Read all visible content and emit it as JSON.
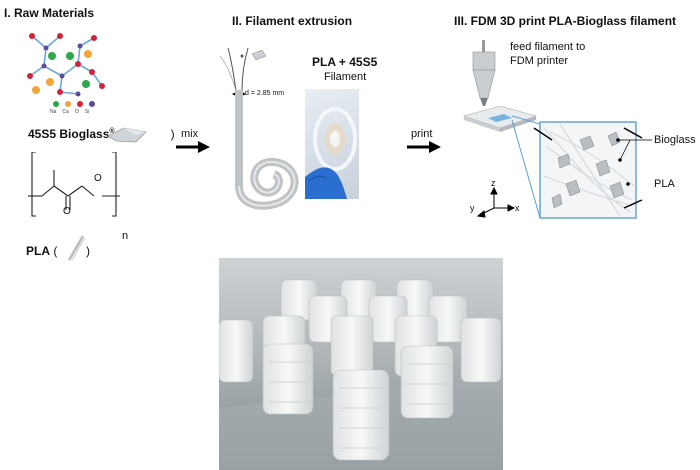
{
  "sections": {
    "raw_materials": {
      "heading": "I. Raw Materials",
      "atom_legend": [
        "Na",
        "Ca",
        "O",
        "Si"
      ],
      "bioglass_label": "45S5 Bioglass",
      "registered_mark": "®",
      "paren_open": "(",
      "paren_close": ")",
      "carbonyl_O": "O",
      "ester_O": "O",
      "repeat_n": "n",
      "pla_label": "PLA"
    },
    "extrusion": {
      "heading": "II. Filament extrusion",
      "diameter_label": "d = 2.85 mm",
      "filament_title": "PLA + 45S5",
      "filament_subtitle": "Filament"
    },
    "printing": {
      "heading": "III. FDM 3D print PLA-Bioglass filament",
      "feed_label_line1": "feed filament to",
      "feed_label_line2": "FDM printer",
      "bioglass_label": "Bioglass",
      "pla_label": "PLA",
      "axis_z": "z",
      "axis_y": "y",
      "axis_x": "x"
    }
  },
  "arrows": {
    "mix_label": "mix",
    "print_label": "print"
  },
  "colors": {
    "atom_red": "#d2233a",
    "atom_green": "#2aa84a",
    "atom_orange": "#f2a43a",
    "atom_purple": "#5a4aa0",
    "bond": "#6aa8d8",
    "inset_border": "#5a9fd4",
    "glove_blue": "#2a6fd0"
  }
}
